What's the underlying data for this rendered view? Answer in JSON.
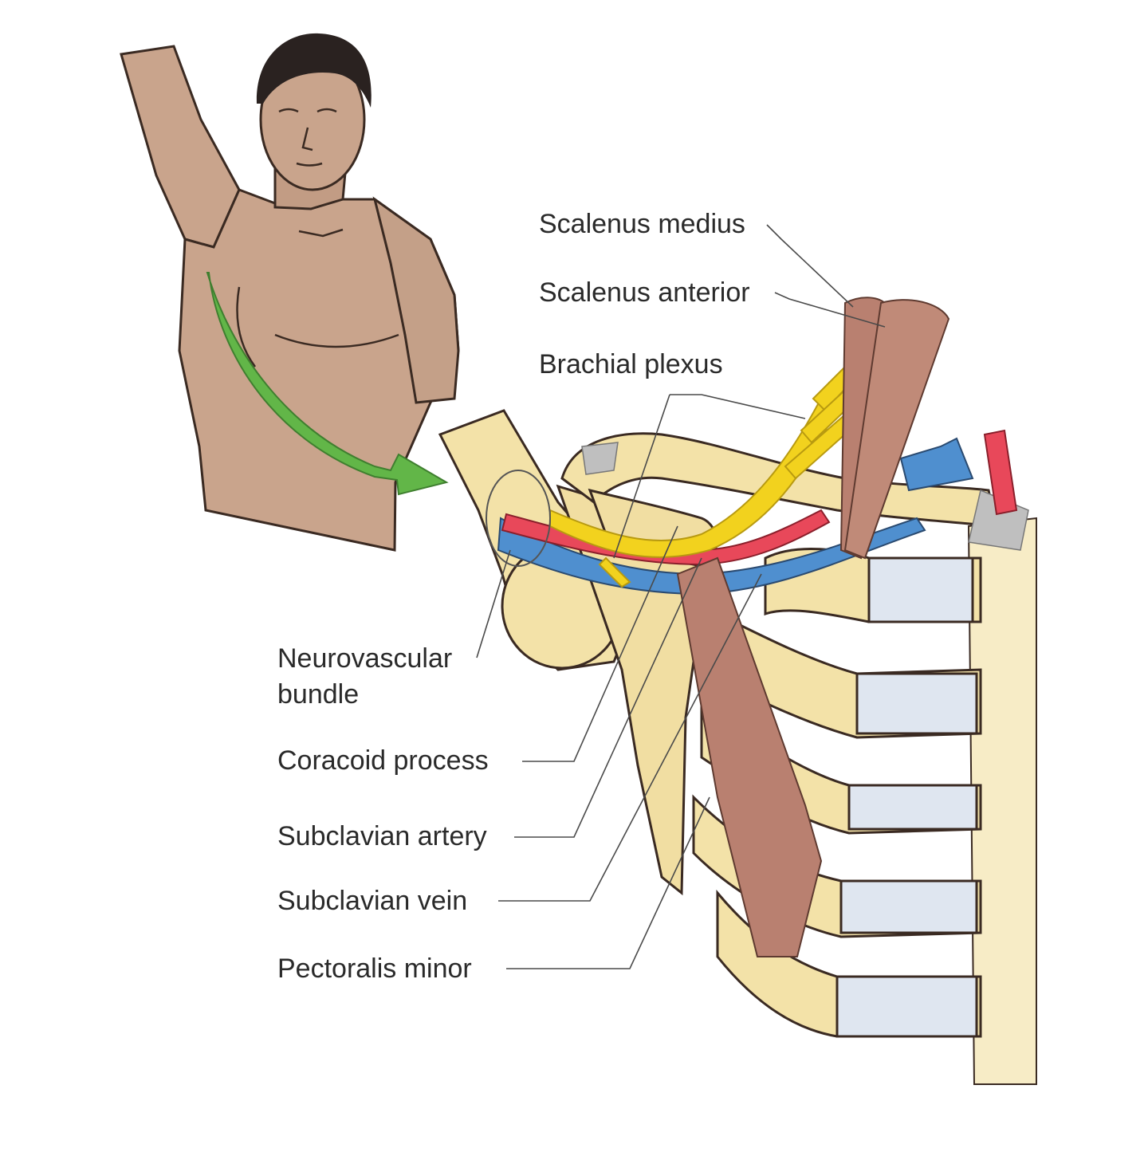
{
  "labels": {
    "scalenus_medius": "Scalenus medius",
    "scalenus_anterior": "Scalenus anterior",
    "brachial_plexus": "Brachial plexus",
    "neurovascular_bundle_line1": "Neurovascular",
    "neurovascular_bundle_line2": "bundle",
    "coracoid_process": "Coracoid process",
    "subclavian_artery": "Subclavian artery",
    "subclavian_vein": "Subclavian vein",
    "pectoralis_minor": "Pectoralis minor"
  },
  "colors": {
    "skin": "#c9a48c",
    "bone": "#f3e2a8",
    "artery": "#e8485a",
    "vein": "#4f8fcf",
    "nerve": "#f2d21e",
    "muscle": "#b98070",
    "cartilage": "#dfe6f0",
    "arrow": "#62b648"
  }
}
